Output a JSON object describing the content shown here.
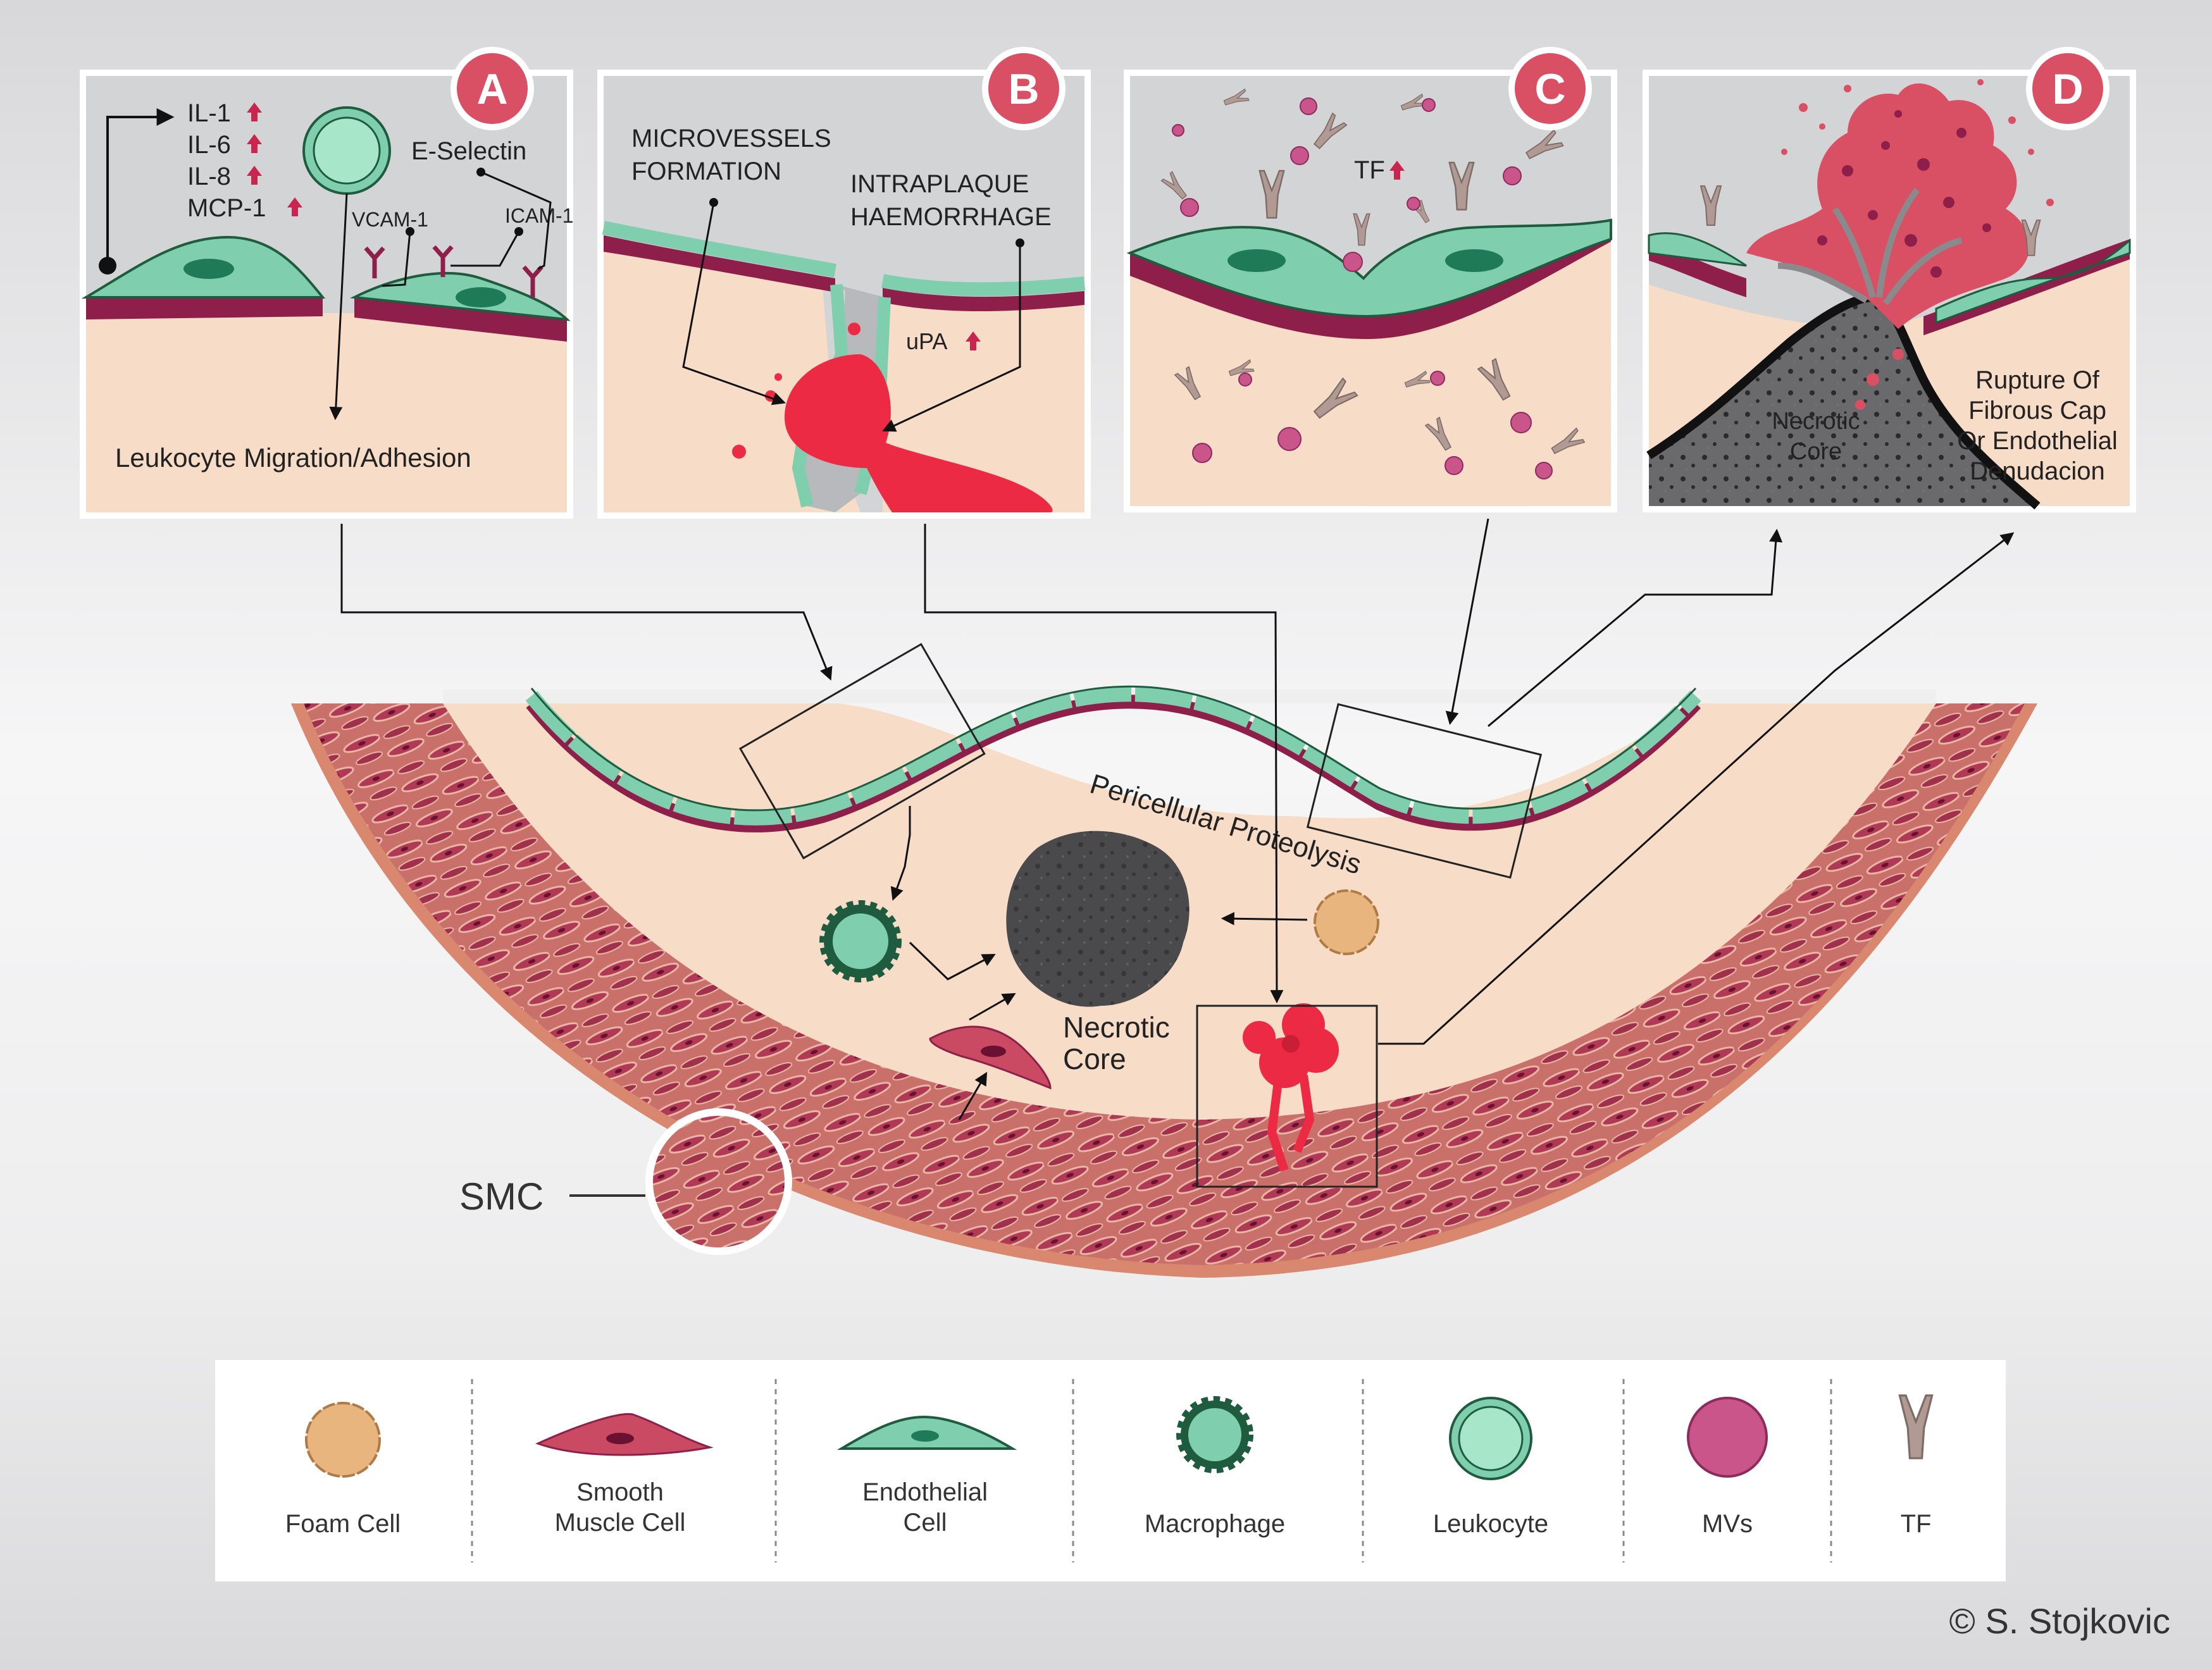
{
  "panels": [
    {
      "letter": "A",
      "cytokines": [
        "IL-1",
        "IL-6",
        "IL-8",
        "MCP-1"
      ],
      "e_selectin": "E-Selectin",
      "vcam": "VCAM-1",
      "icam": "ICAM-1",
      "caption": "Leukocyte Migration/Adhesion"
    },
    {
      "letter": "B",
      "microvessels_line1": "MICROVESSELS",
      "microvessels_line2": "FORMATION",
      "intraplaque_line1": "INTRAPLAQUE",
      "intraplaque_line2": "HAEMORRHAGE",
      "upa": "uPA"
    },
    {
      "letter": "C",
      "tf": "TF"
    },
    {
      "letter": "D",
      "core_line1": "Necrotic",
      "core_line2": "Core",
      "rupture_line1": "Rupture Of",
      "rupture_line2": "Fibrous Cap",
      "rupture_line3": "Or Endothelial",
      "rupture_line4": "Denudacion"
    }
  ],
  "main": {
    "proteolysis": "Pericellular Proteolysis",
    "core_line1": "Necrotic",
    "core_line2": "Core",
    "smc": "SMC"
  },
  "legend": [
    {
      "line1": "Foam Cell",
      "line2": "",
      "icon": "foam-cell-icon"
    },
    {
      "line1": "Smooth",
      "line2": "Muscle Cell",
      "icon": "smooth-muscle-cell-icon"
    },
    {
      "line1": "Endothelial",
      "line2": "Cell",
      "icon": "endothelial-cell-icon"
    },
    {
      "line1": "Macrophage",
      "line2": "",
      "icon": "macrophage-icon"
    },
    {
      "line1": "Leukocyte",
      "line2": "",
      "icon": "leukocyte-icon"
    },
    {
      "line1": "MVs",
      "line2": "",
      "icon": "mvs-icon"
    },
    {
      "line1": "TF",
      "line2": "",
      "icon": "tf-icon"
    }
  ],
  "copyright": "© S. Stojkovic",
  "colors": {
    "up_arrow": "#c8264f",
    "badge": "#d94f63",
    "endothelium": "#7fcfae",
    "basement": "#8e1f4a",
    "tissue": "#f7dcc8",
    "smc": "#b8435a",
    "hemorrhage": "#ec2a43",
    "necrotic": "#4a4a4c",
    "foam": "#e8b57f",
    "macrophage": "#1f5b3e",
    "mvs": "#c9558a",
    "tf": "#b09a93"
  }
}
